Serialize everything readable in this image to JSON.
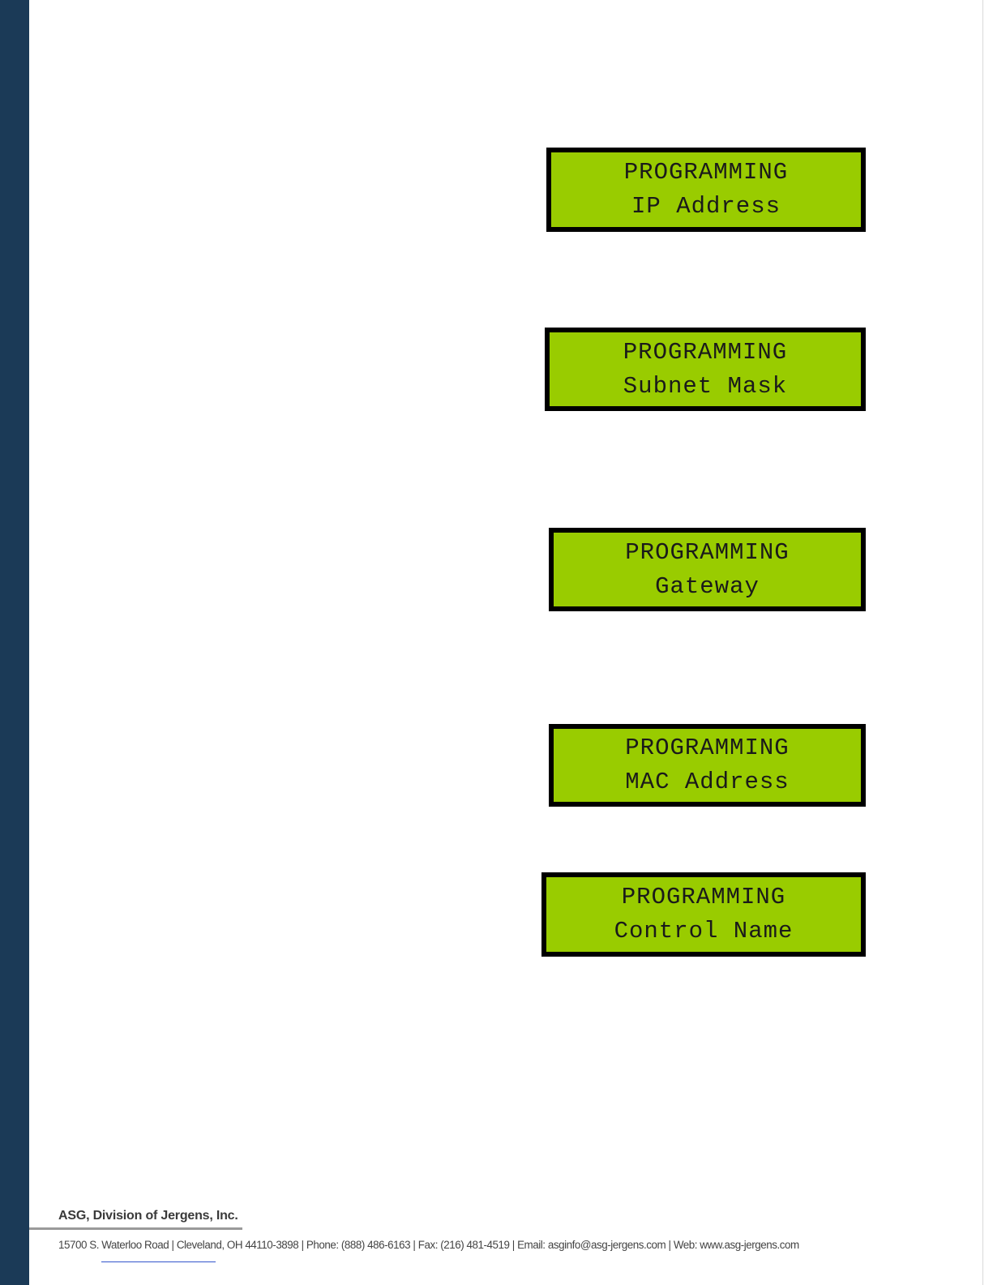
{
  "colors": {
    "sidebar": "#1b3a57",
    "lcd_background": "#99cc00",
    "lcd_border": "#000000",
    "lcd_text": "#1a1a1a"
  },
  "lcd_displays": [
    {
      "line1": "PROGRAMMING",
      "line2": "IP Address"
    },
    {
      "line1": "PROGRAMMING",
      "line2": "Subnet Mask"
    },
    {
      "line1": "PROGRAMMING",
      "line2": "Gateway"
    },
    {
      "line1": "PROGRAMMING",
      "line2": "MAC Address"
    },
    {
      "line1": "PROGRAMMING",
      "line2": "Control Name"
    }
  ],
  "footer": {
    "company": "ASG, Division of Jergens, Inc.",
    "address_line": "15700 S. Waterloo Road | Cleveland, OH 44110-3898 | Phone: (888) 486-6163 | Fax: (216) 481-4519 | Email: asginfo@asg-jergens.com | Web: www.asg-jergens.com"
  }
}
